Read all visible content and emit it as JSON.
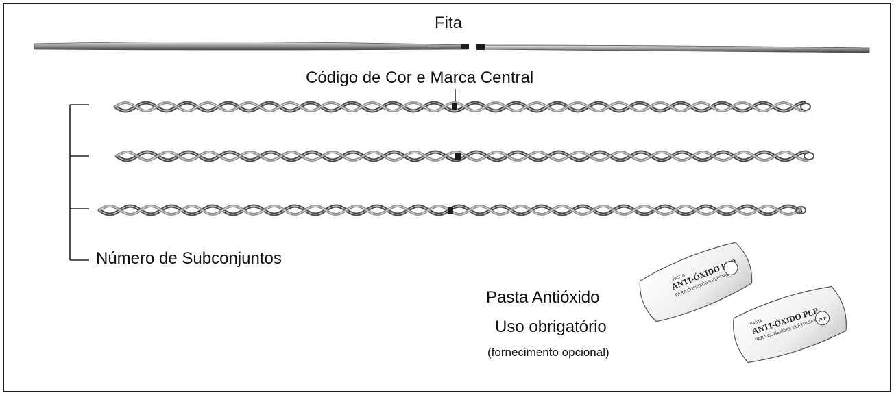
{
  "labels": {
    "fita": "Fita",
    "color_code": "Código de Cor e Marca Central",
    "subassemblies": "Número de Subconjuntos"
  },
  "paste": {
    "title": "Pasta Antióxido",
    "usage": "Uso obrigatório",
    "note": "(fornecimento opcional)",
    "pack_line1": "PASTA",
    "pack_brand": "ANTI-ÓXIDO PLP",
    "pack_line2": "PARA CONEXÕES ELÉTRICAS",
    "pack_logo": "PLP"
  },
  "colors": {
    "wire_light": "#d9d9d9",
    "wire_mid": "#9a9a9a",
    "wire_dark": "#3a3a3a",
    "frame": "#1a1a1a"
  }
}
